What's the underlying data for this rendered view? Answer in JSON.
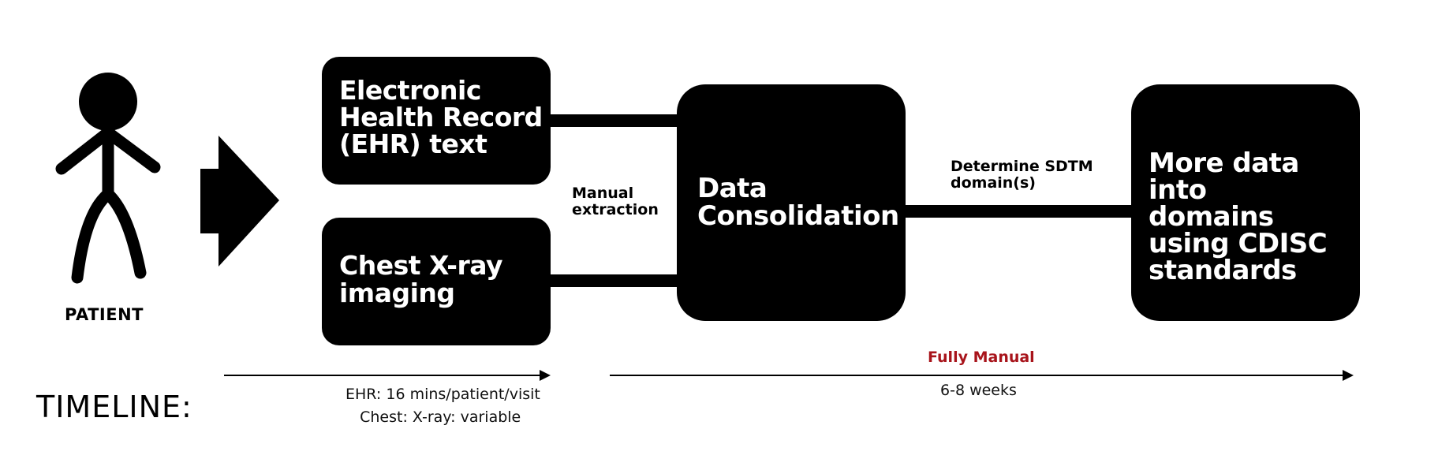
{
  "patient": {
    "label": "PATIENT"
  },
  "boxes": {
    "ehr": "Electronic\nHealth Record\n(EHR) text",
    "xray": "Chest X-ray\nimaging",
    "consolidation": "Data\nConsolidation",
    "cdisc": "More data into\ndomains\nusing CDISC\nstandards"
  },
  "edges": {
    "manual_extraction": "Manual\nextraction",
    "determine_sdtm": "Determine SDTM\ndomain(s)"
  },
  "timeline": {
    "title": "TIMELINE:",
    "segment1_text": "EHR: 16 mins/patient/visit\n   Chest: X-ray: variable",
    "segment2_status": "Fully Manual",
    "segment2_text": "6-8 weeks"
  },
  "colors": {
    "box_fill": "#000000",
    "status_red": "#a8141b"
  }
}
